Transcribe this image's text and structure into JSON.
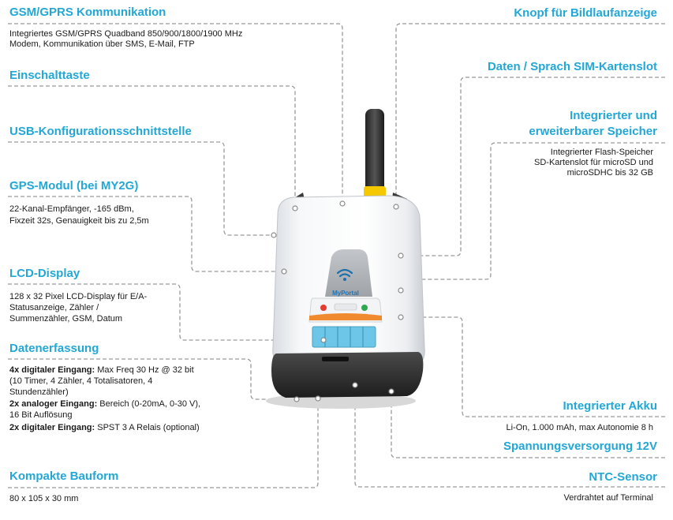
{
  "left": [
    {
      "title": "GSM/GPRS Kommunikation",
      "lines": [
        "Integriertes GSM/GPRS Quadband 850/900/1800/1900 MHz",
        "Modem, Kommunikation über SMS, E-Mail, FTP"
      ]
    },
    {
      "title": "Einschalttaste",
      "lines": []
    },
    {
      "title": "USB-Konfigurationsschnittstelle",
      "lines": []
    },
    {
      "title": "GPS-Modul (bei MY2G)",
      "lines": [
        "22-Kanal-Empfänger, -165 dBm,",
        "Fixzeit  32s, Genauigkeit bis zu 2,5m"
      ]
    },
    {
      "title": "LCD-Display",
      "lines": [
        "128 x  32 Pixel LCD-Display für E/A-",
        "Statusanzeige, Zähler /",
        "Summenzähler, GSM, Datum"
      ]
    },
    {
      "title": "Datenerfassung",
      "lines": []
    },
    {
      "title": "Kompakte Bauform",
      "lines": [
        "80 x 105 x  30 mm"
      ]
    }
  ],
  "datenerfassung": [
    {
      "bold": "4x digitaler Eingang:",
      "text": " Max Freq 30 Hz @ 32 bit"
    },
    {
      "bold": "",
      "text": "(10 Timer, 4 Zähler, 4 Totalisatoren, 4"
    },
    {
      "bold": "",
      "text": "Stundenzähler)"
    },
    {
      "bold": "2x analoger Eingang:",
      "text": "  Bereich (0-20mA, 0-30 V),"
    },
    {
      "bold": "",
      "text": "16 Bit Auflösung"
    },
    {
      "bold": "2x digitaler Eingang:",
      "text": "  SPST 3 A Relais (optional)"
    }
  ],
  "right": [
    {
      "title": "Knopf für Bildlaufanzeige",
      "lines": []
    },
    {
      "title": "Daten / Sprach SIM-Kartenslot",
      "lines": []
    },
    {
      "title": "Integrierter und",
      "lines": []
    },
    {
      "title": "erweiterbarer Speicher",
      "lines": [
        "Integrierter Flash-Speicher",
        "SD-Kartenslot für microSD und",
        "microSDHC bis 32 GB"
      ]
    },
    {
      "title": "Integrierter Akku",
      "lines": [
        "Li-On, 1.000 mAh, max Autonomie 8 h"
      ]
    },
    {
      "title": "Spannungsversorgung 12V",
      "lines": []
    },
    {
      "title": "NTC-Sensor",
      "lines": [
        "Verdrahtet auf Terminal"
      ]
    }
  ],
  "device": {
    "brand": "MyPortal"
  },
  "colors": {
    "heading": "#22a7d6",
    "leader": "#999999",
    "antenna": "#f5c800",
    "base": "#2b2b2b"
  }
}
